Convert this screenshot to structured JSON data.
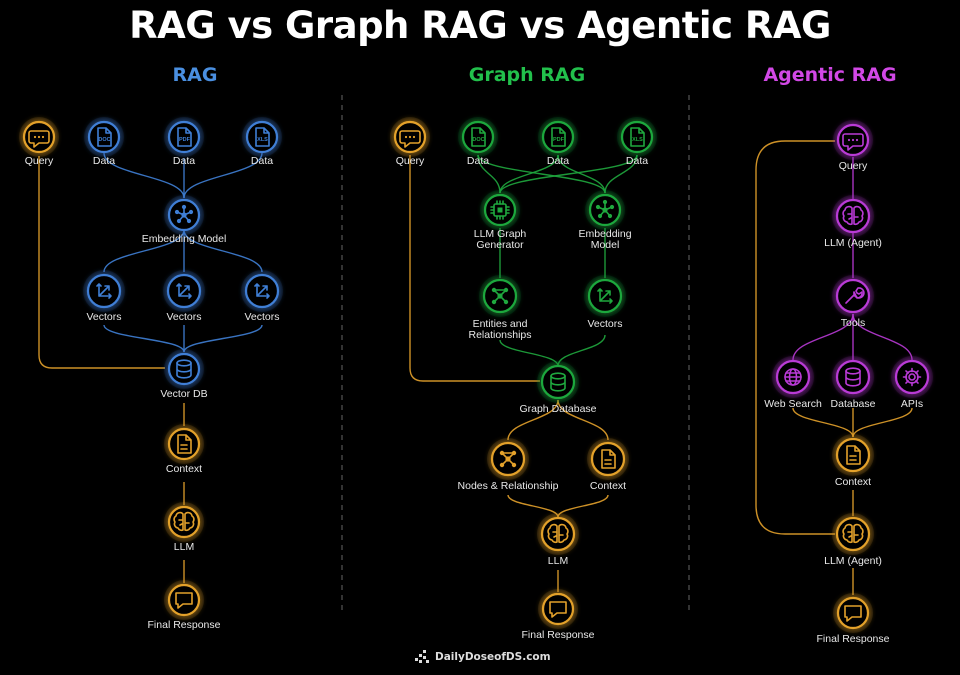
{
  "title": "RAG vs Graph RAG vs Agentic RAG",
  "columns": [
    {
      "title": "RAG",
      "color": "#4a8fe0"
    },
    {
      "title": "Graph RAG",
      "color": "#22c04c"
    },
    {
      "title": "Agentic RAG",
      "color": "#d248e6"
    }
  ],
  "colors": {
    "blue": "#3f7fd6",
    "green": "#1fa83e",
    "purple": "#b93ad6",
    "orange": "#e3a12b"
  },
  "rag": {
    "query": "Query",
    "data_1": "Data",
    "data_2": "Data",
    "data_3": "Data",
    "embedding_model": "Embedding Model",
    "vectors_1": "Vectors",
    "vectors_2": "Vectors",
    "vectors_3": "Vectors",
    "vector_db": "Vector DB",
    "context": "Context",
    "llm": "LLM",
    "final_response": "Final Response"
  },
  "graph_rag": {
    "query": "Query",
    "data_1": "Data",
    "data_2": "Data",
    "data_3": "Data",
    "llm_graph_generator": [
      "LLM Graph",
      "Generator"
    ],
    "embedding_model": [
      "Embedding",
      "Model"
    ],
    "entities": [
      "Entities and",
      "Relationships"
    ],
    "vectors": "Vectors",
    "graph_database": "Graph Database",
    "nodes": "Nodes & Relationship",
    "context": "Context",
    "llm": "LLM",
    "final_response": "Final Response"
  },
  "agentic_rag": {
    "query": "Query",
    "llm_agent_1": "LLM (Agent)",
    "tools": "Tools",
    "web_search": "Web Search",
    "database": "Database",
    "apis": "APIs",
    "context": "Context",
    "llm_agent_2": "LLM (Agent)",
    "final_response": "Final Response"
  },
  "file_badges": {
    "doc": "DOC",
    "pdf": "PDF",
    "xls": "XLS"
  },
  "brand": "DailyDoseofDS.com"
}
